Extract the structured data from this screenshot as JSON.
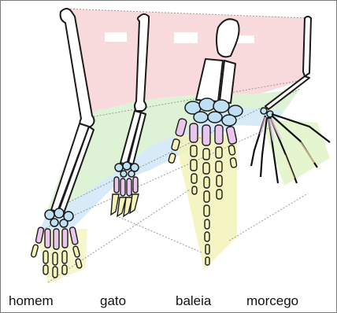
{
  "labels": {
    "human": "homem",
    "cat": "gato",
    "whale": "baleia",
    "bat": "morcego"
  },
  "colors": {
    "upper_arm_band": "#f7d3d6",
    "forearm_band": "#d6f0cc",
    "wrist_band": "#cfe6f6",
    "hand_band": "#f2f3b8",
    "wrist_bones": "#bfe0f3",
    "metacarpals": "#e9c6ec",
    "phalanges": "#f4f2b6"
  }
}
